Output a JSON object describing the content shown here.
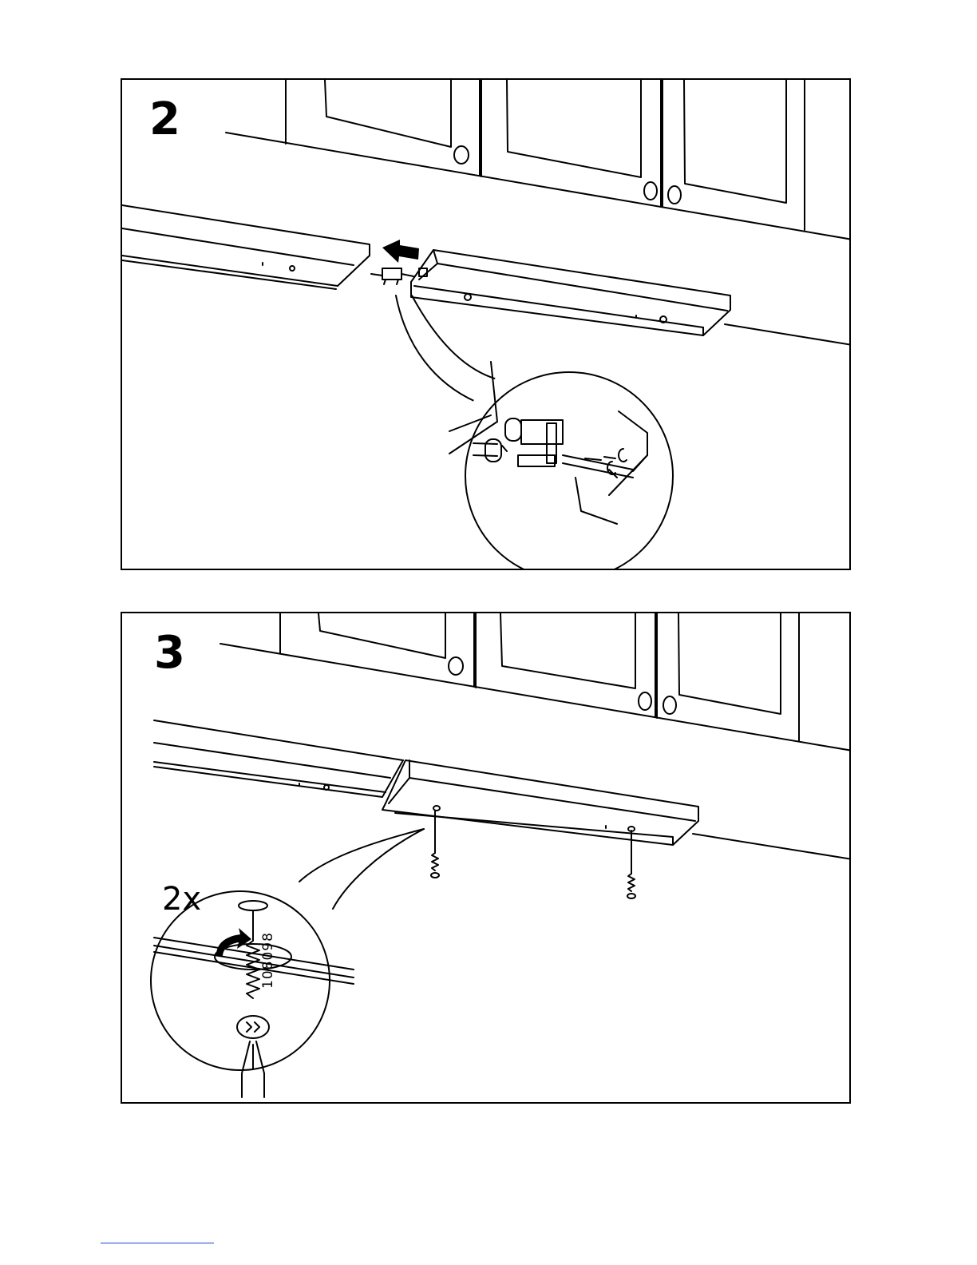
{
  "steps": [
    {
      "number": "2"
    },
    {
      "number": "3",
      "quantity": "2x",
      "part_number": "108098"
    }
  ],
  "colors": {
    "ink": "#000000",
    "paper": "#ffffff",
    "link": "#1a45c8"
  },
  "icons": [
    "push-arrow-icon",
    "rotation-arrow-icon",
    "screwdriver-icon",
    "screw-icon"
  ]
}
